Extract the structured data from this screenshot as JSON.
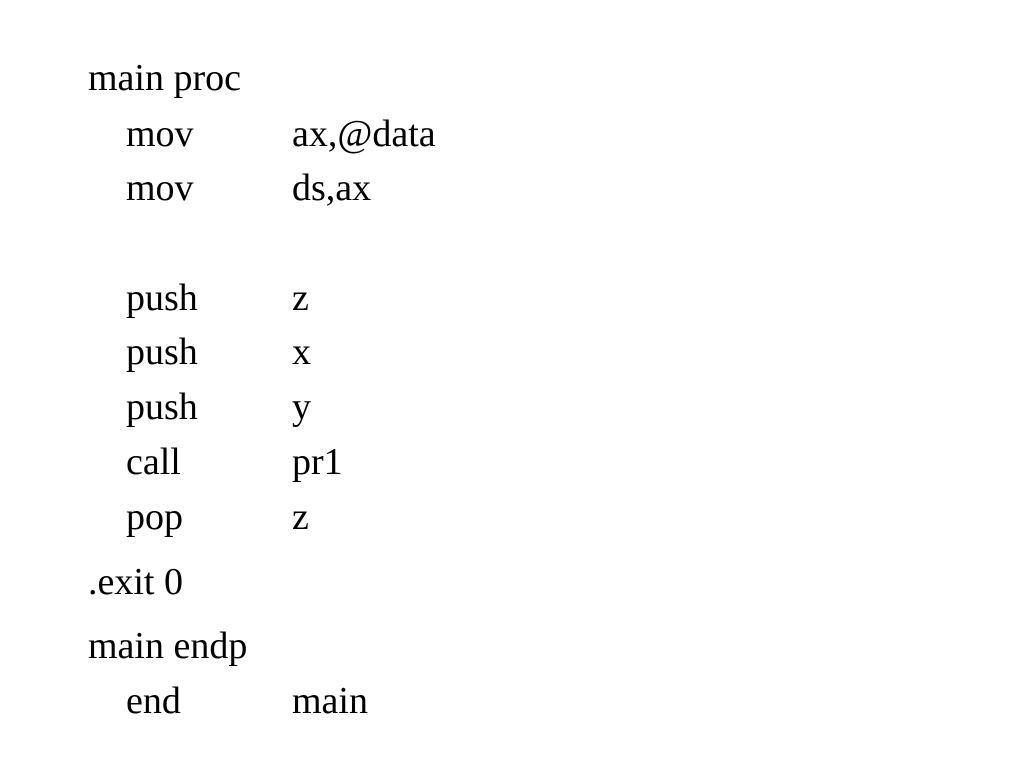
{
  "code": {
    "header": "main proc",
    "block1": [
      {
        "op": "mov",
        "arg": "ax,@data"
      },
      {
        "op": "mov",
        "arg": "ds,ax"
      }
    ],
    "block2": [
      {
        "op": "push",
        "arg": "z"
      },
      {
        "op": "push",
        "arg": "x"
      },
      {
        "op": "push",
        "arg": "y"
      },
      {
        "op": "call",
        "arg": "pr1"
      },
      {
        "op": "pop",
        "arg": "z"
      }
    ],
    "exit": ".exit 0",
    "footer": "main endp",
    "end": {
      "op": "end",
      "arg": "main"
    }
  }
}
